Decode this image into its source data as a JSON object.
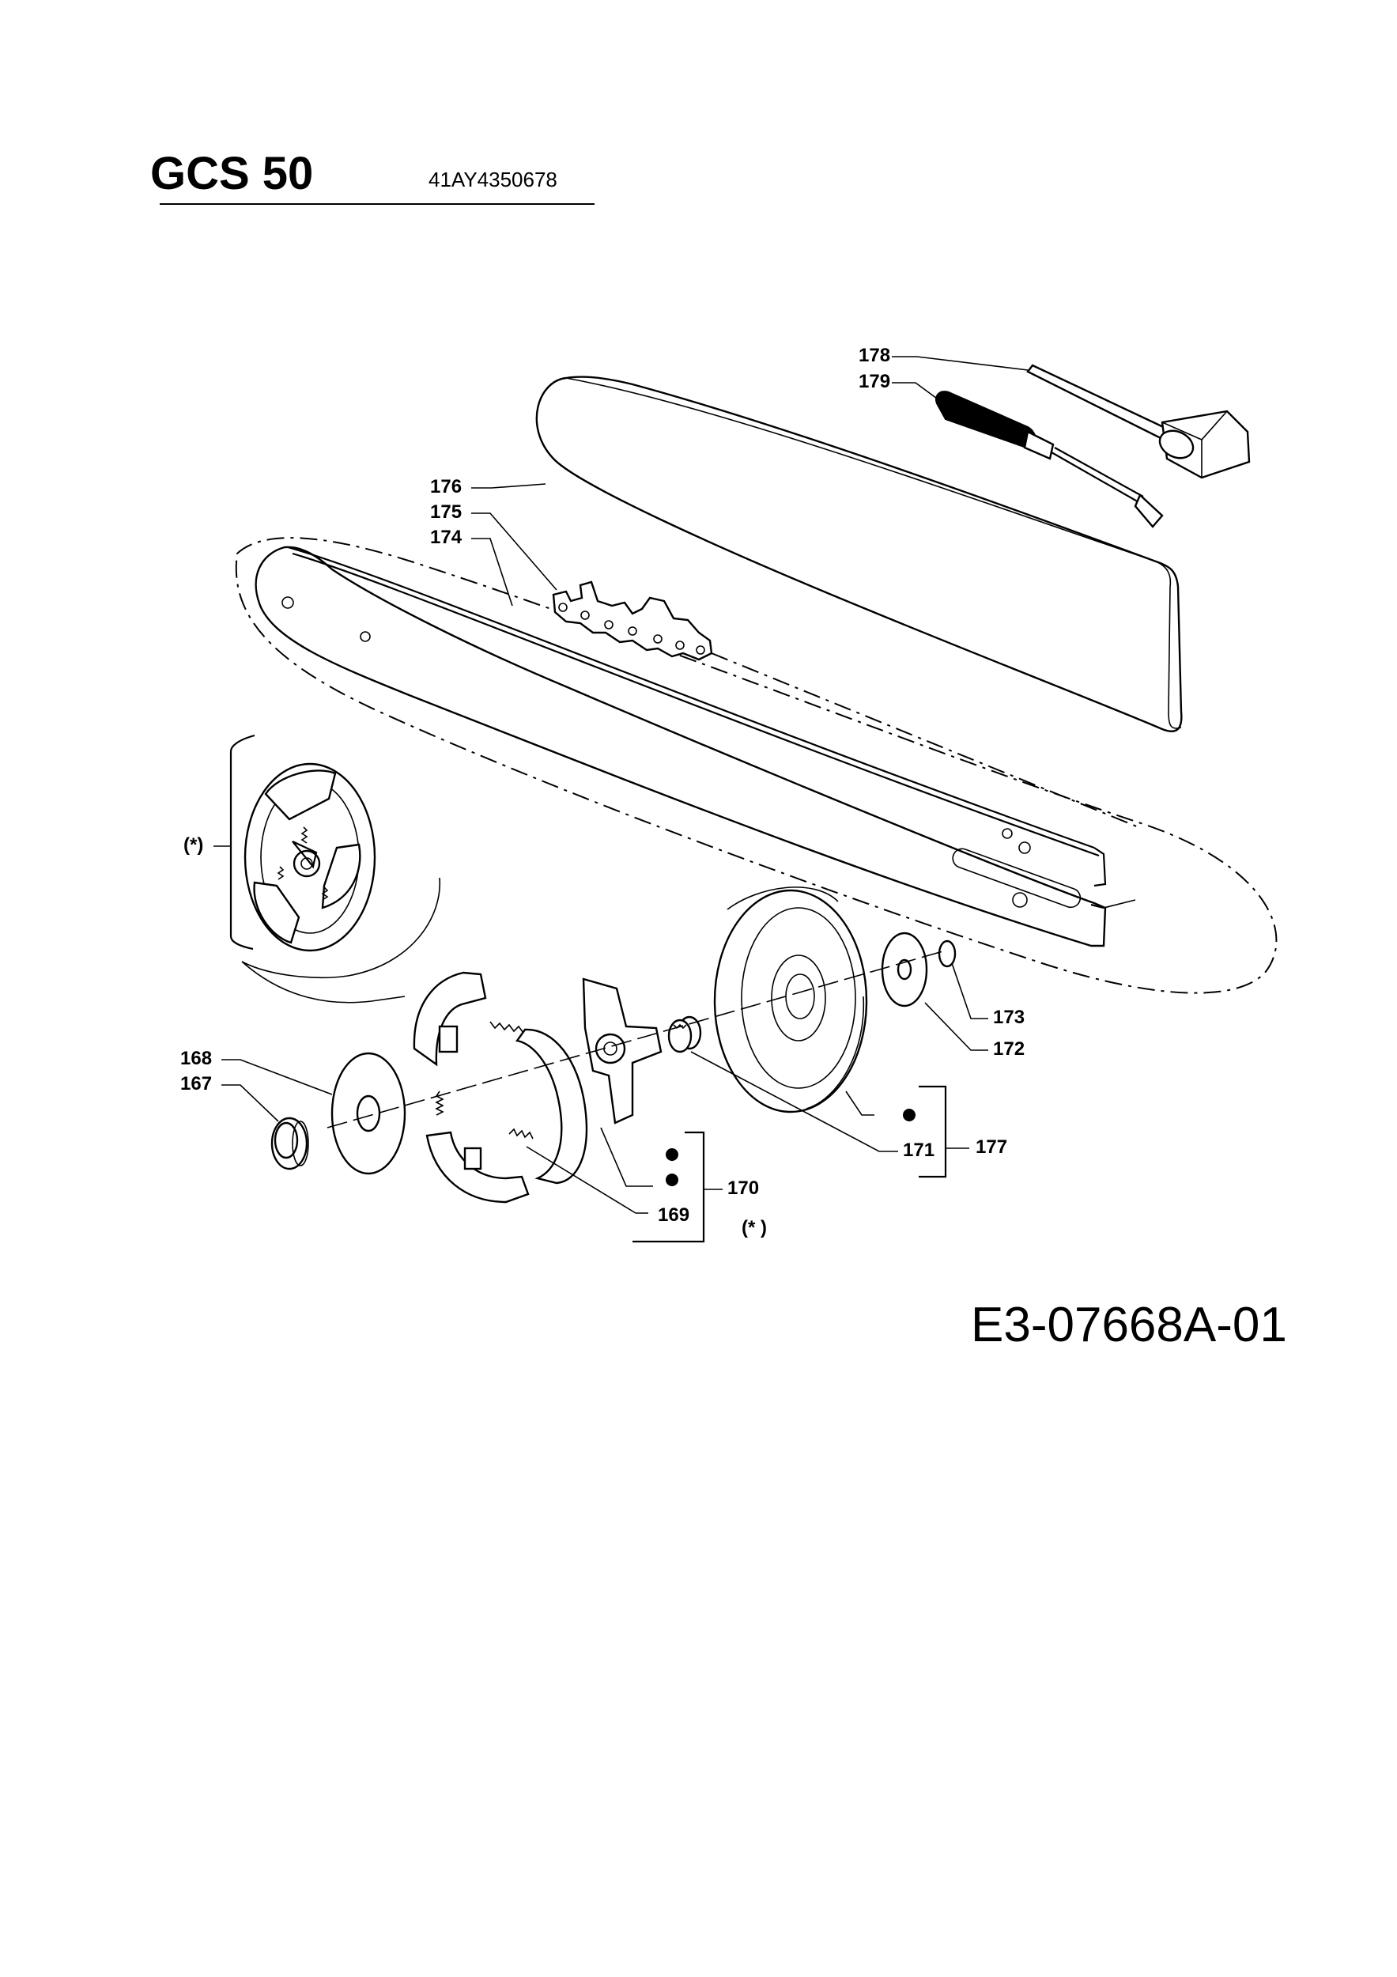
{
  "header": {
    "title": "GCS 50",
    "model_number": "41AY4350678"
  },
  "drawing_code": "E3-07668A-01",
  "callouts": {
    "p167": "167",
    "p168": "168",
    "p169": "169",
    "p170": "170",
    "p171": "171",
    "p172": "172",
    "p173": "173",
    "p174": "174",
    "p175": "175",
    "p176": "176",
    "p177": "177",
    "p178": "178",
    "p179": "179",
    "detail_marker": "(*)",
    "detail_note": "(* )"
  },
  "icons": [
    "bar-cover-icon",
    "guide-bar-icon",
    "saw-chain-icon",
    "screwdriver-icon",
    "spark-plug-wrench-icon",
    "clutch-drum-icon",
    "clutch-assembly-icon",
    "washer-icon",
    "circlip-icon",
    "needle-bearing-icon",
    "bushing-icon",
    "spring-icon",
    "bullet-dot-icon"
  ]
}
